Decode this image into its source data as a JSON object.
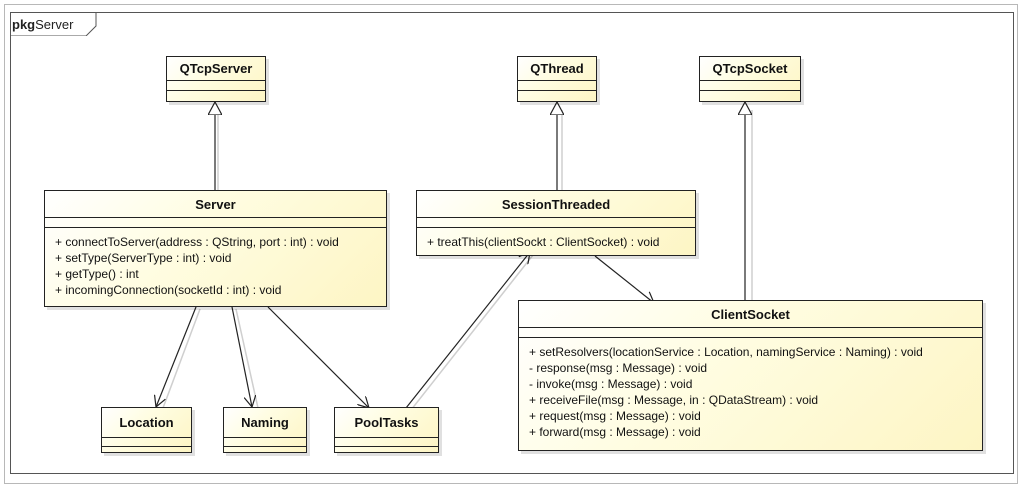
{
  "package": {
    "keyword": "pkg",
    "name": "Server"
  },
  "classes": {
    "qtcpserver": {
      "name": "QTcpServer",
      "operations": []
    },
    "qthread": {
      "name": "QThread",
      "operations": []
    },
    "qtcpsocket": {
      "name": "QTcpSocket",
      "operations": []
    },
    "server": {
      "name": "Server",
      "operations": [
        "+ connectToServer(address : QString, port : int) : void",
        "+ setType(ServerType : int) : void",
        "+ getType() : int",
        "+ incomingConnection(socketId : int) : void"
      ]
    },
    "session_threaded": {
      "name": "SessionThreaded",
      "operations": [
        "+ treatThis(clientSockt : ClientSocket) : void"
      ]
    },
    "client_socket": {
      "name": "ClientSocket",
      "operations": [
        "+ setResolvers(locationService : Location, namingService : Naming) : void",
        "- response(msg : Message) : void",
        "- invoke(msg : Message) : void",
        "+ receiveFile(msg : Message, in : QDataStream) : void",
        "+ request(msg : Message) : void",
        "+ forward(msg : Message) : void"
      ]
    },
    "location": {
      "name": "Location",
      "operations": []
    },
    "naming": {
      "name": "Naming",
      "operations": []
    },
    "pool_tasks": {
      "name": "PoolTasks",
      "operations": []
    }
  },
  "relations": [
    {
      "type": "generalization",
      "from": "Server",
      "to": "QTcpServer"
    },
    {
      "type": "generalization",
      "from": "SessionThreaded",
      "to": "QThread"
    },
    {
      "type": "generalization",
      "from": "ClientSocket",
      "to": "QTcpSocket"
    },
    {
      "type": "association",
      "from": "Server",
      "to": "Location"
    },
    {
      "type": "association",
      "from": "Server",
      "to": "Naming"
    },
    {
      "type": "association",
      "from": "Server",
      "to": "PoolTasks"
    },
    {
      "type": "association",
      "from": "PoolTasks",
      "to": "SessionThreaded"
    },
    {
      "type": "association",
      "from": "SessionThreaded",
      "to": "ClientSocket"
    }
  ],
  "colors": {
    "class_fill_light": "#ffffff",
    "class_fill_dark": "#fdf5c4",
    "border": "#222222"
  }
}
